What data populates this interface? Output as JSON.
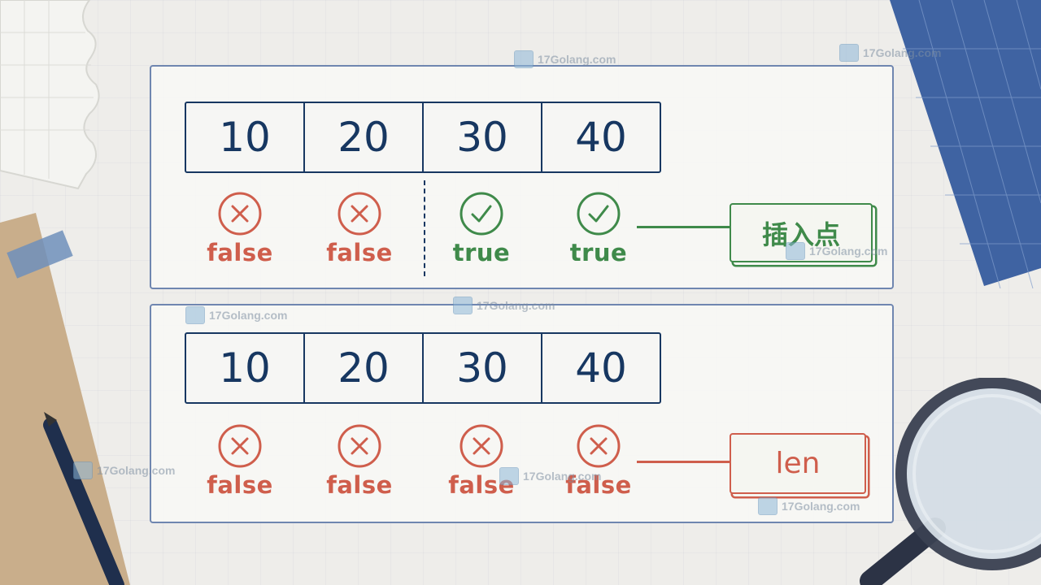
{
  "top_example": {
    "values": [
      "10",
      "20",
      "30",
      "40"
    ],
    "results": [
      {
        "label": "false",
        "mark": "cross-circle-icon"
      },
      {
        "label": "false",
        "mark": "cross-circle-icon"
      },
      {
        "label": "true",
        "mark": "check-circle-icon"
      },
      {
        "label": "true",
        "mark": "check-circle-icon"
      }
    ],
    "tag": "插入点",
    "accent": "#3f8a4a"
  },
  "bottom_example": {
    "values": [
      "10",
      "20",
      "30",
      "40"
    ],
    "results": [
      {
        "label": "false",
        "mark": "cross-circle-icon"
      },
      {
        "label": "false",
        "mark": "cross-circle-icon"
      },
      {
        "label": "false",
        "mark": "cross-circle-icon"
      },
      {
        "label": "false",
        "mark": "cross-circle-icon"
      }
    ],
    "tag": "len",
    "accent": "#cf5e4c"
  },
  "watermark": "17Golang.com",
  "colors": {
    "array_border": "#173761",
    "false": "#cf5e4c",
    "true": "#3f8a4a",
    "panel_border": "#6f86b0"
  }
}
